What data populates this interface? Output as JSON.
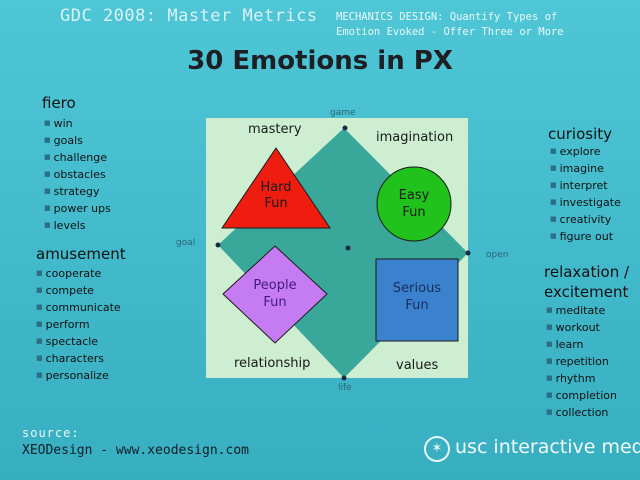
{
  "header": {
    "conference": "GDC 2008: Master Metrics",
    "topic_line1": "MECHANICS DESIGN: Quantify Types of",
    "topic_line2": "Emotion Evoked - Offer Three or More"
  },
  "title": "30 Emotions in PX",
  "left": {
    "fiero": {
      "heading": "fiero",
      "items": [
        "win",
        "goals",
        "challenge",
        "obstacles",
        "strategy",
        "power ups",
        "levels"
      ]
    },
    "amusement": {
      "heading": "amusement",
      "items": [
        "cooperate",
        "compete",
        "communicate",
        "perform",
        "spectacle",
        "characters",
        "personalize"
      ]
    }
  },
  "right": {
    "curiosity": {
      "heading": "curiosity",
      "items": [
        "explore",
        "imagine",
        "interpret",
        "investigate",
        "creativity",
        "figure out"
      ]
    },
    "relaxation": {
      "heading_line1": "relaxation /",
      "heading_line2": "excitement",
      "items": [
        "meditate",
        "workout",
        "learn",
        "repetition",
        "rhythm",
        "completion",
        "collection"
      ]
    }
  },
  "diagram": {
    "quadrants": {
      "top_left": "mastery",
      "top_right": "imagination",
      "bottom_left": "relationship",
      "bottom_right": "values"
    },
    "axes": {
      "top": "game",
      "bottom": "life",
      "left": "goal",
      "right": "open"
    },
    "shapes": {
      "hard_fun": {
        "line1": "Hard",
        "line2": "Fun",
        "color": "#ee1d0f"
      },
      "easy_fun": {
        "line1": "Easy",
        "line2": "Fun",
        "color": "#22c21c"
      },
      "people_fun": {
        "line1": "People",
        "line2": "Fun",
        "color": "#c57cf2"
      },
      "serious_fun": {
        "line1": "Serious",
        "line2": "Fun",
        "color": "#3a82ce"
      }
    },
    "colors": {
      "panel": "#cdeed1",
      "diamond": "#3aa79b"
    }
  },
  "footer": {
    "source_label": "source:",
    "source_site": "XEODesign - www.xeodesign.com",
    "org": "usc interactive medi"
  }
}
